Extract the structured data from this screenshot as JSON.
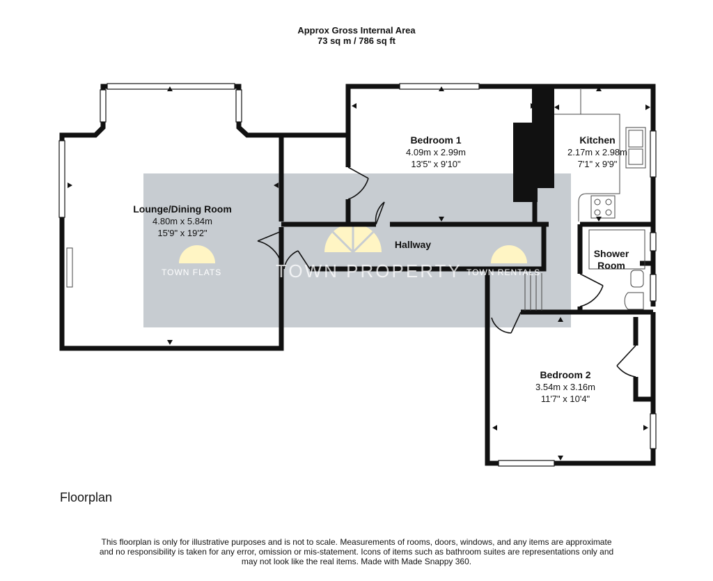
{
  "header": {
    "title": "Approx Gross Internal Area",
    "area": "73 sq m / 786 sq ft"
  },
  "rooms": {
    "lounge": {
      "name": "Lounge/Dining Room",
      "metric": "4.80m x 5.84m",
      "imperial": "15'9\" x 19'2\""
    },
    "bedroom1": {
      "name": "Bedroom 1",
      "metric": "4.09m x 2.99m",
      "imperial": "13'5\" x 9'10\""
    },
    "kitchen": {
      "name": "Kitchen",
      "metric": "2.17m x 2.98m",
      "imperial": "7'1\" x 9'9\""
    },
    "hallway": {
      "name": "Hallway"
    },
    "shower": {
      "name_line1": "Shower",
      "name_line2": "Room"
    },
    "bedroom2": {
      "name": "Bedroom 2",
      "metric": "3.54m x 3.16m",
      "imperial": "11'7\" x 10'4\""
    }
  },
  "watermarks": {
    "left": "TOWN FLATS",
    "center": "TOWN PROPERTY",
    "right": "TOWN RENTALS"
  },
  "caption": "Floorplan",
  "disclaimer": [
    "This floorplan is only for illustrative purposes and is not to scale. Measurements of rooms, doors, windows, and any items are approximate",
    "and no responsibility is taken for any error, omission or mis-statement. Icons of items such as bathroom suites are representations only and",
    "may not look like the real items. Made with Made Snappy 360."
  ],
  "colors": {
    "wall": "#111111",
    "watermark_band": "#c7ccd1",
    "sun": "#fff5c4"
  }
}
